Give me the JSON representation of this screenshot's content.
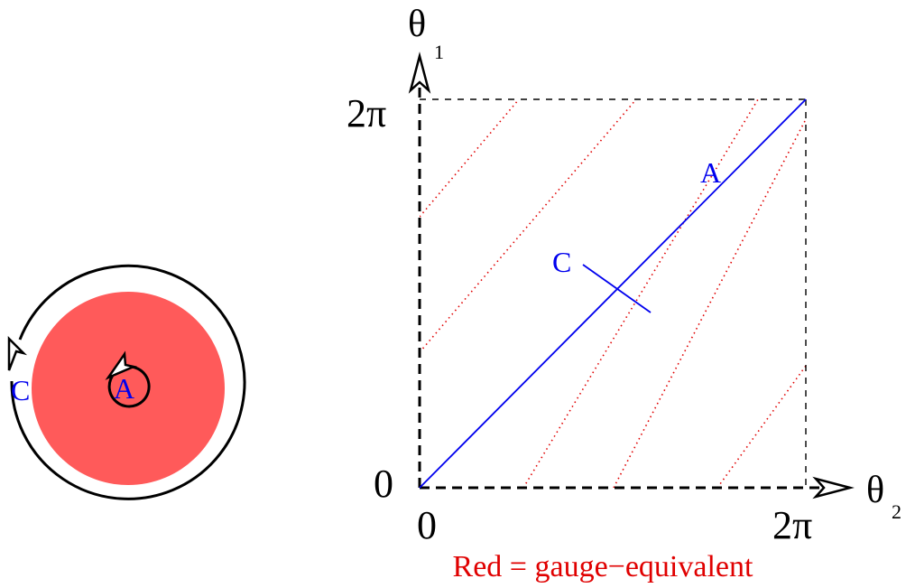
{
  "colors": {
    "disk_fill": "#ff5a5a",
    "loop_blue": "#0000ee",
    "gauge_red": "#e00000",
    "ink": "#000000"
  },
  "disk": {
    "label_a": "A",
    "label_c": "C"
  },
  "torus": {
    "y_axis_label": "θ",
    "y_axis_subscript": "1",
    "x_axis_label": "θ",
    "x_axis_subscript": "2",
    "y_tick_max": "2π",
    "y_tick_min": "0",
    "x_tick_min": "0",
    "x_tick_max": "2π",
    "label_a": "A",
    "label_c": "C",
    "caption": "Red = gauge−equivalent"
  }
}
